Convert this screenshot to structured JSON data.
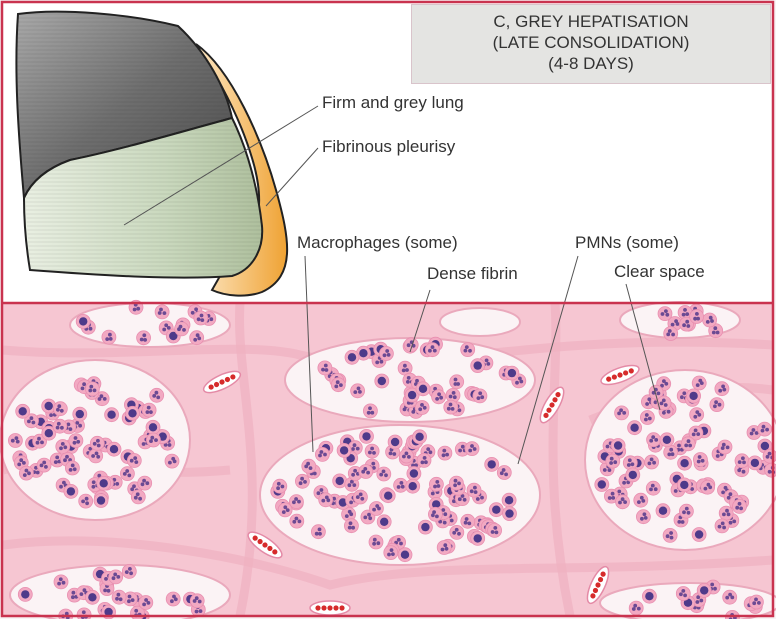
{
  "title": {
    "line1": "C, GREY HEPATISATION",
    "line2": "(LATE CONSOLIDATION)",
    "line3": "(4-8 DAYS)"
  },
  "labels": {
    "firm_grey_lung": "Firm and grey lung",
    "fibrinous_pleurisy": "Fibrinous pleurisy",
    "macrophages": "Macrophages (some)",
    "pmns": "PMNs (some)",
    "dense_fibrin": "Dense fibrin",
    "clear_space": "Clear space"
  },
  "colors": {
    "frame": "#c9334f",
    "lung_upper": "#777777",
    "lung_lower": "#cfdcc4",
    "pleura": "#f1a73b",
    "tissue_background": "#f6c6d2",
    "septum": "#f3bfcb",
    "alveolar_space": "#fbf3f5",
    "cell": "#f2a9c2",
    "nucleus": "#6b4a93",
    "rbc": "#d62b2b"
  }
}
